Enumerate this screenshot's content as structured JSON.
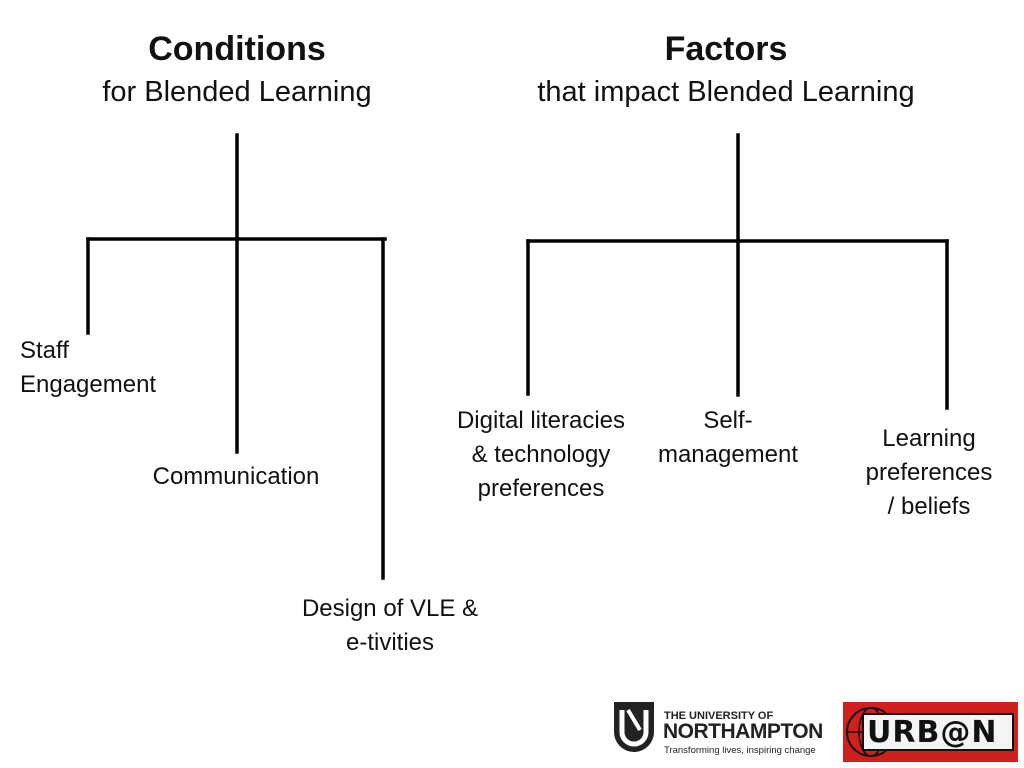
{
  "left": {
    "title": "Conditions",
    "subtitle": "for Blended Learning",
    "items": [
      {
        "lines": [
          "Staff",
          "Engagement"
        ]
      },
      {
        "lines": [
          "Communication"
        ]
      },
      {
        "lines": [
          "Design of VLE &",
          "e-tivities"
        ]
      }
    ]
  },
  "right": {
    "title": "Factors",
    "subtitle": "that impact Blended Learning",
    "items": [
      {
        "lines": [
          "Digital literacies",
          "& technology",
          "preferences"
        ]
      },
      {
        "lines": [
          "Self-",
          "management"
        ]
      },
      {
        "lines": [
          "Learning",
          "preferences",
          "/ beliefs"
        ]
      }
    ]
  },
  "logos": {
    "northampton": {
      "line1": "THE UNIVERSITY OF",
      "line2": "NORTHAMPTON",
      "tagline": "Transforming lives, inspiring change"
    },
    "urban": {
      "text": "URB@N",
      "colors": {
        "red": "#d0201e",
        "black": "#111111"
      }
    }
  }
}
